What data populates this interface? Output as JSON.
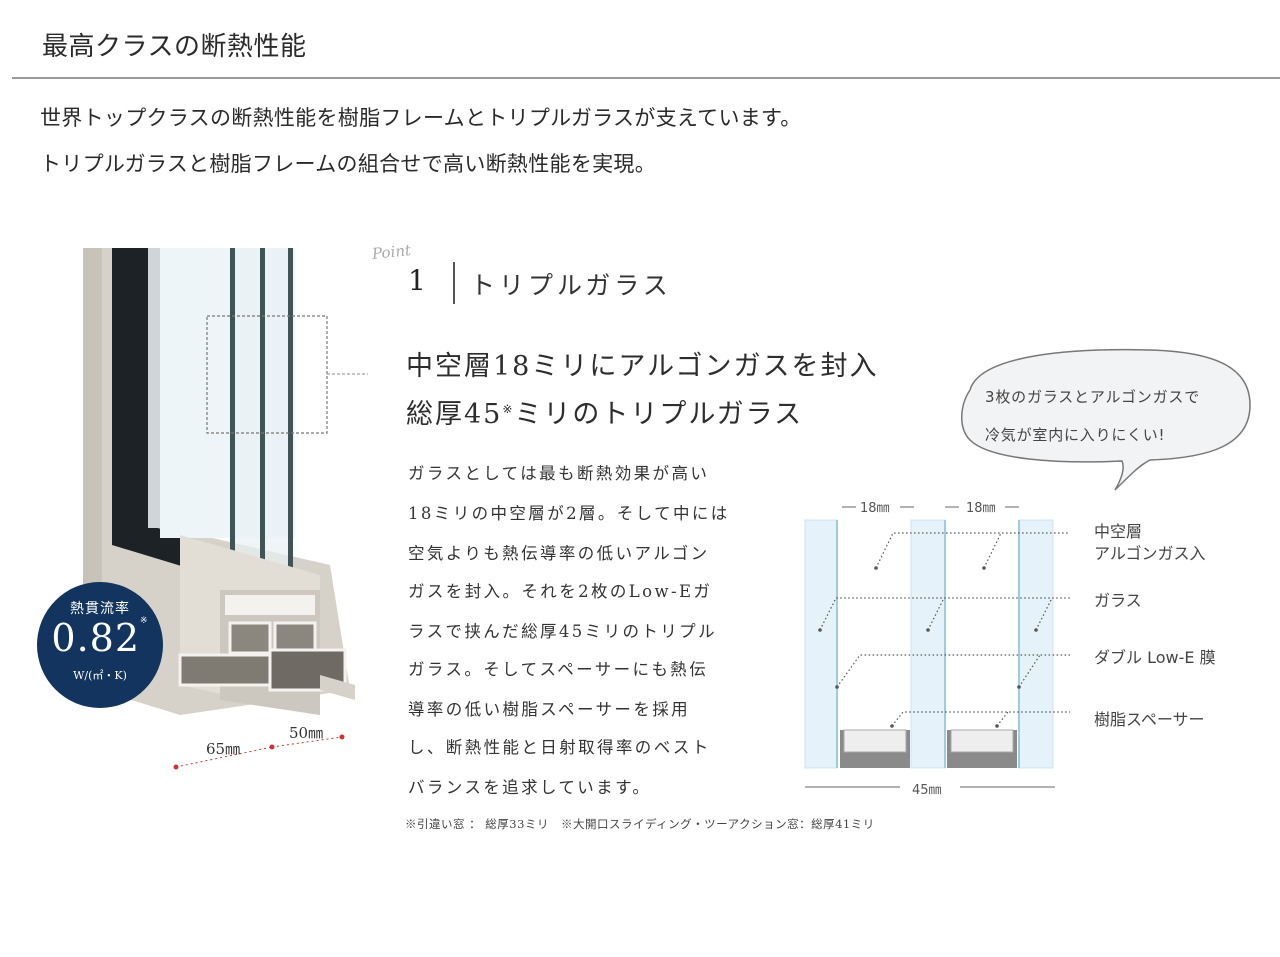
{
  "header": {
    "title": "最高クラスの断熱性能"
  },
  "intro": {
    "lines": [
      "世界トップクラスの断熱性能を樹脂フレームとトリプルガラスが支えています。",
      "トリプルガラスと樹脂フレームの組合せで高い断熱性能を実現。"
    ]
  },
  "point": {
    "script_label": "Point",
    "number": "1",
    "title": "トリプルガラス"
  },
  "headline": {
    "line1": "中空層18ミリにアルゴンガスを封入",
    "line2_prefix": "総厚45",
    "line2_mark": "※",
    "line2_suffix": "ミリのトリプルガラス"
  },
  "body": {
    "lines": [
      "ガラスとしては最も断熱効果が高い",
      "18ミリの中空層が2層。そして中には",
      "空気よりも熱伝導率の低いアルゴン",
      "ガスを封入。それを2枚のLow-Eガ",
      "ラスで挟んだ総厚45ミリのトリプル",
      "ガラス。そしてスペーサーにも熱伝",
      "導率の低い樹脂スペーサーを採用",
      "し、断熱性能と日射取得率のベスト",
      "バランスを追求しています。"
    ]
  },
  "footnote": {
    "text": "※引違い窓 ： 総厚33ミリ　※大開口スライディング・ツーアクション窓：総厚41ミリ"
  },
  "bubble": {
    "line1": "3枚のガラスとアルゴンガスで",
    "line2": "冷気が室内に入りにくい!"
  },
  "diagram": {
    "gap_label_1": "18㎜",
    "gap_label_2": "18㎜",
    "total_label": "45㎜",
    "labels": {
      "hollow_layer_1": "中空層",
      "hollow_layer_2": "アルゴンガス入",
      "glass": "ガラス",
      "low_e": "ダブル Low-E 膜",
      "spacer": "樹脂スペーサー"
    },
    "colors": {
      "glass_fill": "#e6f2f9",
      "glass_edge": "#9ccbe6",
      "spacer_dark": "#8a8a8a",
      "spacer_light": "#eeeeee"
    }
  },
  "frame_image": {
    "badge_label": "熱貫流率",
    "badge_value": "0.82",
    "badge_mark": "※",
    "badge_unit": "W/(㎡・K)",
    "badge_color": "#12345e",
    "dim_left": "65㎜",
    "dim_right": "50㎜"
  }
}
